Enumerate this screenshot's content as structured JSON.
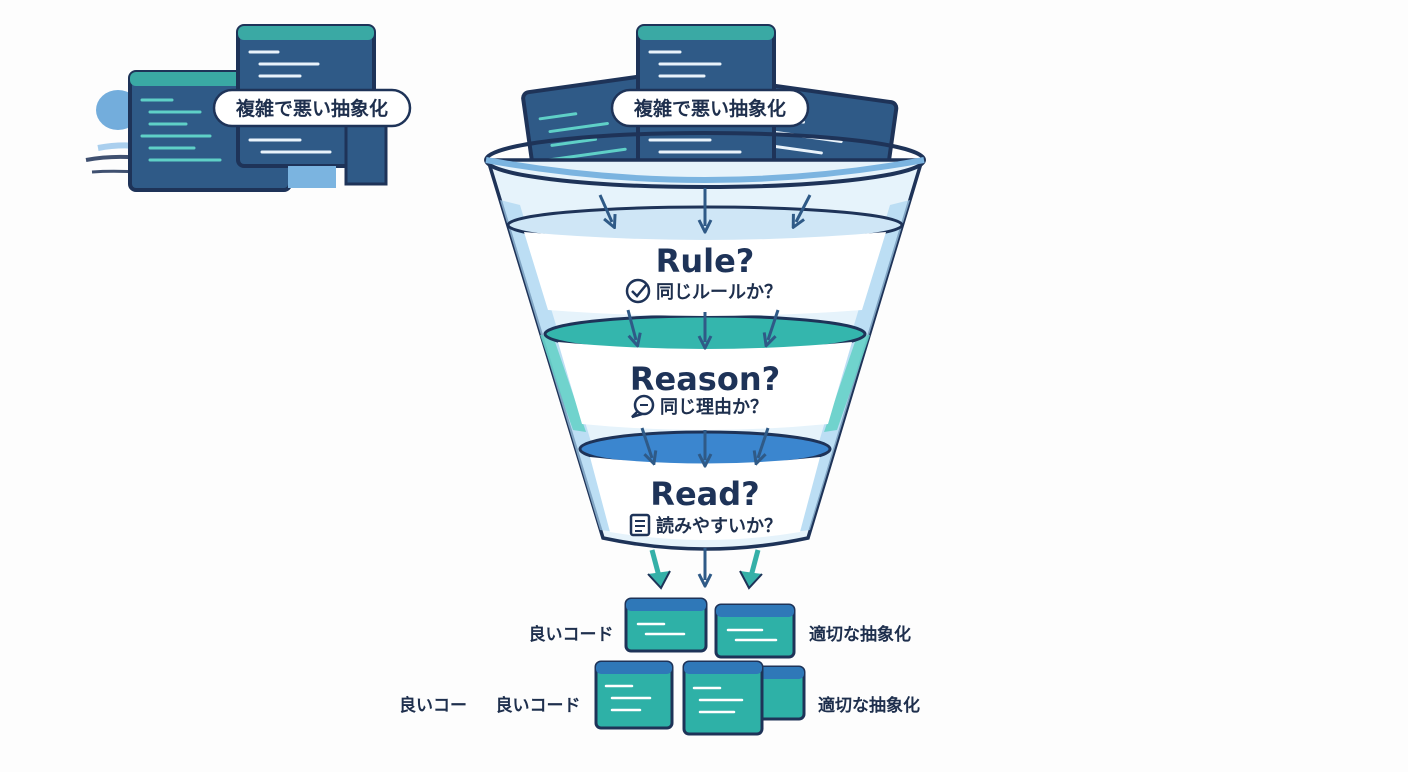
{
  "bad_label_left": "複雑で悪い抽象化",
  "bad_label_center": "複雑で悪い抽象化",
  "stages": [
    {
      "title": "Rule?",
      "subtitle": "同じルールか？",
      "icon": "check-circle-icon",
      "layer_color": "#cfe6f6"
    },
    {
      "title": "Reason?",
      "subtitle": "同じ理由か？",
      "icon": "search-bubble-icon",
      "layer_color": "#34b6ad"
    },
    {
      "title": "Read?",
      "subtitle": "読みやすいか？",
      "icon": "document-icon",
      "layer_color": "#3b86cf"
    }
  ],
  "outputs": {
    "row1_left": "良いコード",
    "row1_right": "適切な抽象化",
    "row2_left_a": "良いコー",
    "row2_left_b": "良いコード",
    "row2_right": "適切な抽象化"
  },
  "colors": {
    "navy": "#1e3358",
    "code_bg": "#2f5a87",
    "code_header": "#3aa9a4",
    "teal": "#35b0a8",
    "card_teal": "#2eb1a7",
    "funnel_fill": "#e6f3fb"
  }
}
